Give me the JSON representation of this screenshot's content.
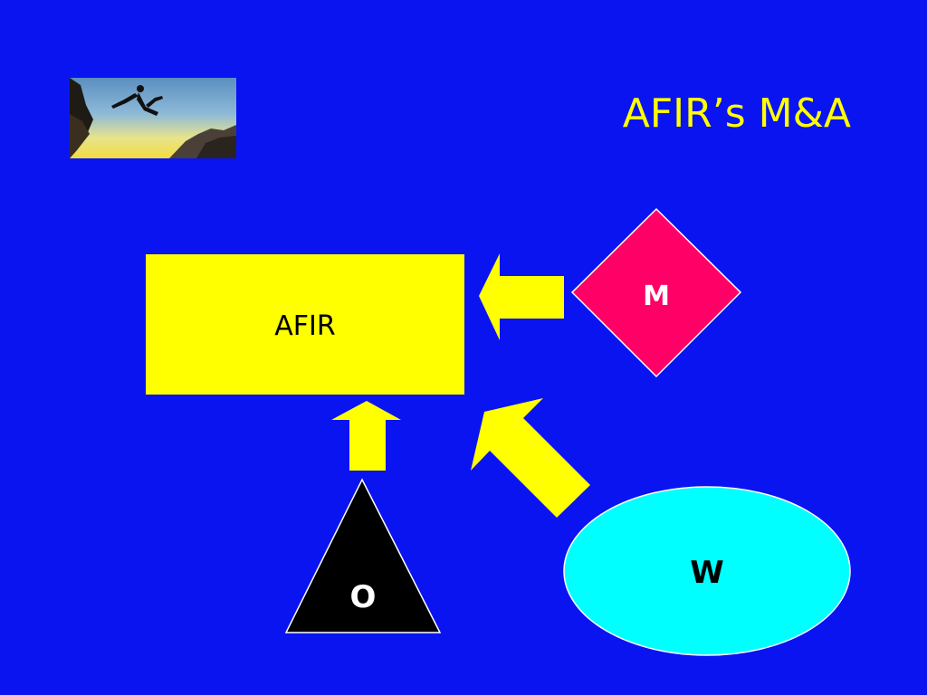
{
  "slide": {
    "title": "AFIR’s M&A",
    "background_color": "#0a14f0",
    "photo_icon": "jumping-person-over-cliff-photo"
  },
  "diagram": {
    "center_box": {
      "label": "AFIR",
      "color": "#ffff00"
    },
    "diamond": {
      "label": "M",
      "color": "#ff0066"
    },
    "triangle": {
      "label": "O",
      "color": "#000000"
    },
    "ellipse": {
      "label": "W",
      "color": "#00ffff"
    },
    "arrow_color": "#ffff00"
  }
}
